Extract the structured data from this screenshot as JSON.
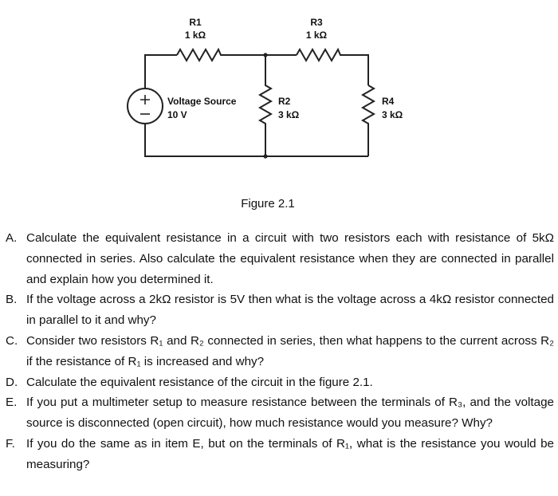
{
  "circuit": {
    "r1": {
      "name": "R1",
      "value": "1 kΩ"
    },
    "r2": {
      "name": "R2",
      "value": "3 kΩ"
    },
    "r3": {
      "name": "R3",
      "value": "1 kΩ"
    },
    "r4": {
      "name": "R4",
      "value": "3 kΩ"
    },
    "source": {
      "name": "Voltage Source",
      "value": "10 V"
    }
  },
  "caption": "Figure 2.1",
  "questions": [
    {
      "letter": "A.",
      "text": "Calculate the equivalent resistance in a circuit with two resistors each with resistance of 5kΩ connected in series. Also calculate the equivalent resistance when they are connected in parallel and explain how you determined it."
    },
    {
      "letter": "B.",
      "text": "If the voltage across a 2kΩ resistor is 5V then what is the voltage across a 4kΩ resistor connected in parallel to it and why?"
    },
    {
      "letter": "C.",
      "text": "Consider two resistors R₁ and R₂ connected in series, then what happens to the current across R₂ if the resistance of R₁ is increased and why?"
    },
    {
      "letter": "D.",
      "text": "Calculate the equivalent resistance of the circuit in the figure 2.1."
    },
    {
      "letter": "E.",
      "text": "If you put a multimeter setup to measure resistance between the terminals of R₃, and the voltage source is disconnected (open circuit), how much resistance would you measure? Why?"
    },
    {
      "letter": "F.",
      "text": "If you do the same as in item E, but on the terminals of R₁, what is the resistance you would be measuring?"
    }
  ]
}
